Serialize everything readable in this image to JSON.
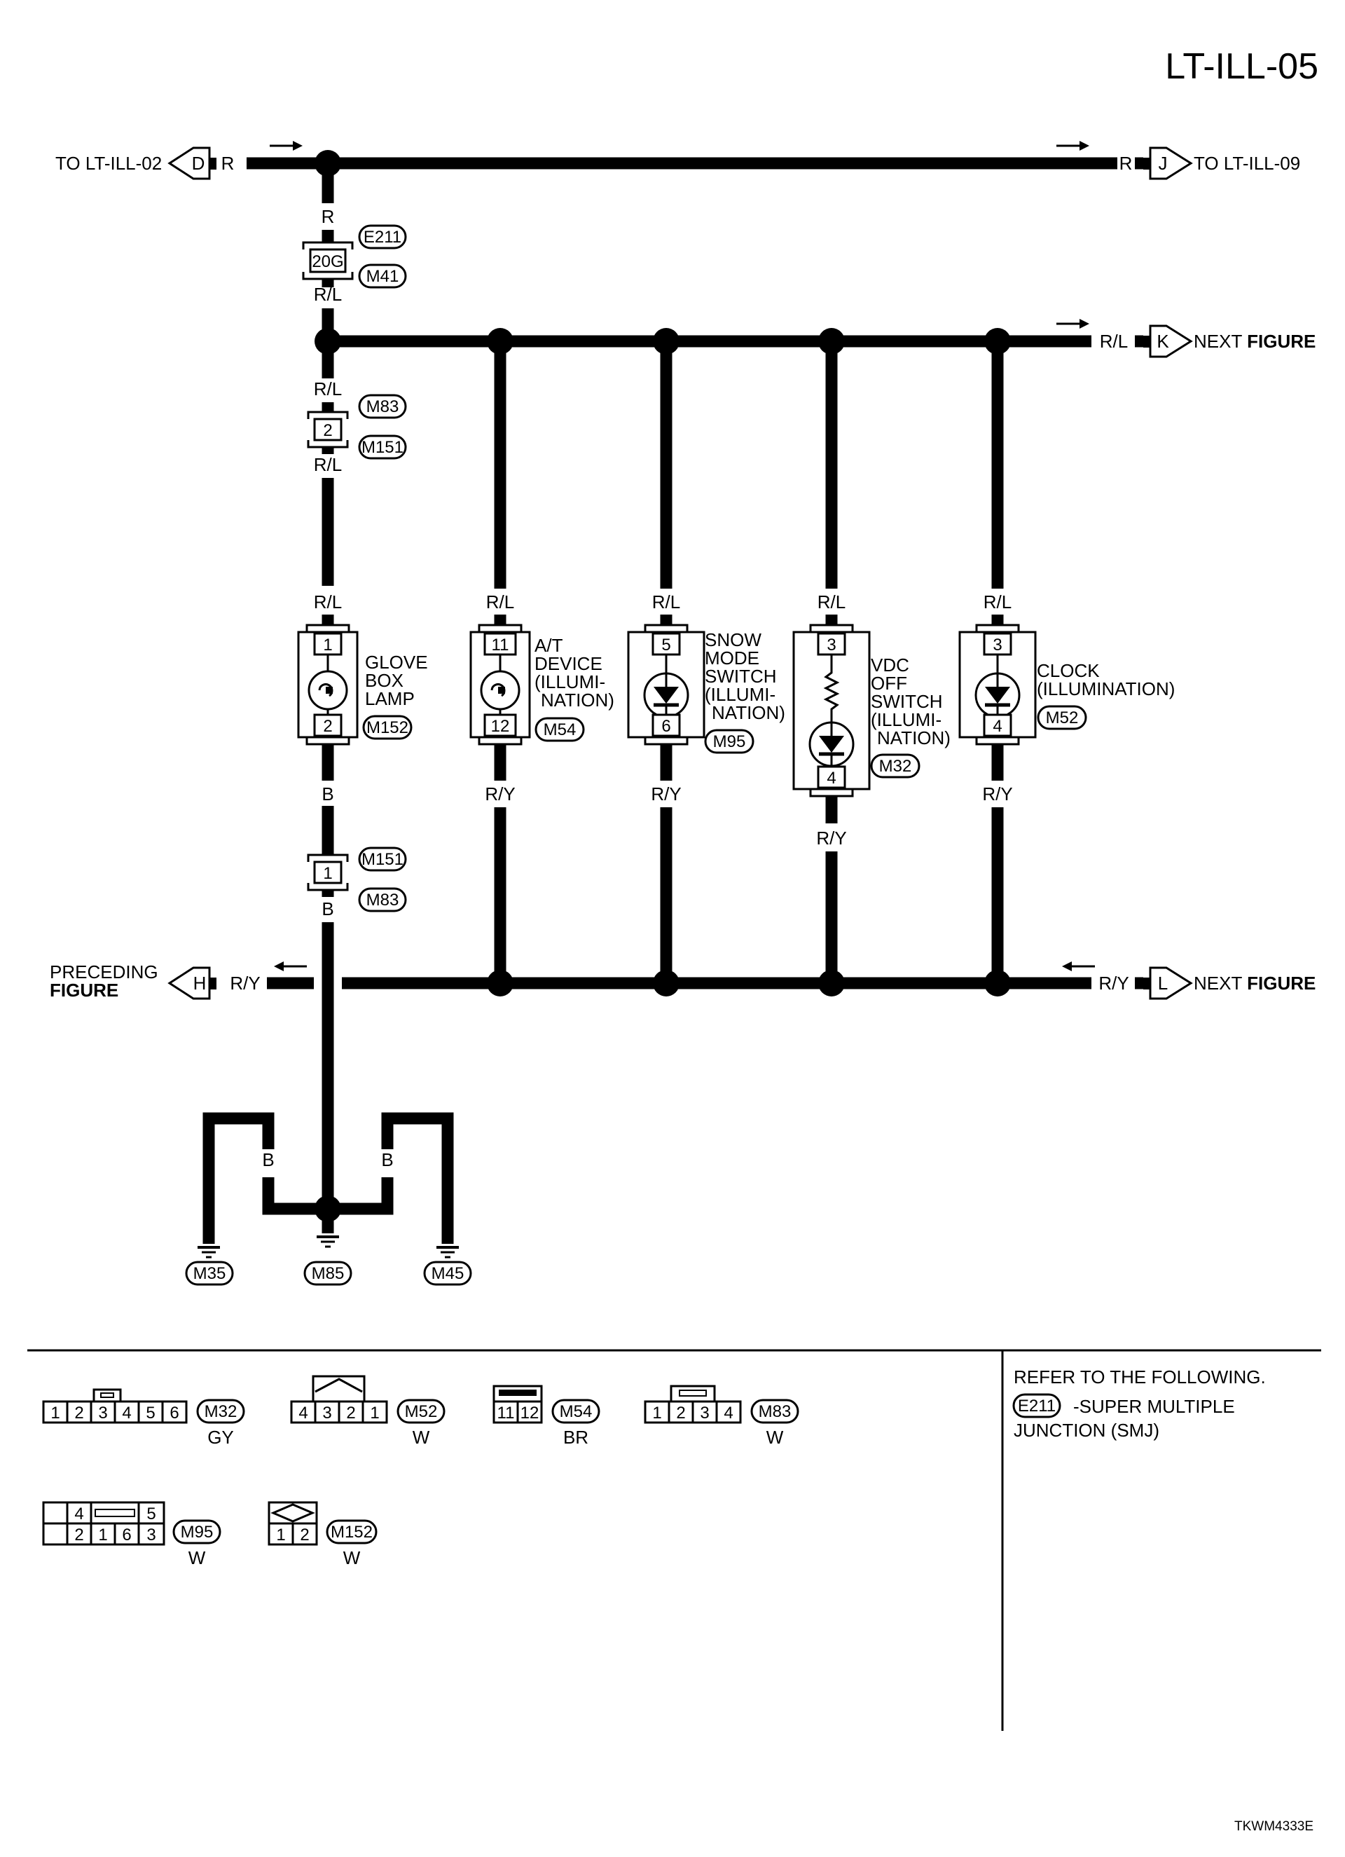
{
  "page_id": "LT-ILL-05",
  "footer_code": "TKWM4333E",
  "top_bus": {
    "left_dest": "TO LT-ILL-02",
    "left_tag": "D",
    "left_color": "R",
    "right_dest": "TO LT-ILL-09",
    "right_tag": "J",
    "right_color": "R"
  },
  "smj_joint": {
    "pin": "20G",
    "conn_upper": "E211",
    "conn_lower": "M41",
    "color_above": "R",
    "color_below": "R/L"
  },
  "rl_bus": {
    "color": "R/L",
    "tag": "K",
    "dest": "NEXT FIGURE",
    "dest_plain": "NEXT",
    "dest_bold": "FIGURE"
  },
  "joint_m83_upper": {
    "pin": "2",
    "conn_upper": "M83",
    "conn_lower": "M151",
    "color_above": "R/L",
    "color_below": "R/L"
  },
  "components": [
    {
      "id": "glove-box-lamp",
      "name_lines": [
        "GLOVE",
        "BOX",
        "LAMP"
      ],
      "conn": "M152",
      "pin_in": "1",
      "pin_out": "2",
      "color_in": "R/L",
      "color_out": "B",
      "symbol": "bulb"
    },
    {
      "id": "at-device",
      "name_lines": [
        "A/T",
        "DEVICE",
        "(ILLUMI-",
        "NATION)"
      ],
      "conn": "M54",
      "pin_in": "11",
      "pin_out": "12",
      "color_in": "R/L",
      "color_out": "R/Y",
      "symbol": "bulb"
    },
    {
      "id": "snow-mode-switch",
      "name_lines": [
        "SNOW",
        "MODE",
        "SWITCH",
        "(ILLUMI-",
        "NATION)"
      ],
      "conn": "M95",
      "pin_in": "5",
      "pin_out": "6",
      "color_in": "R/L",
      "color_out": "R/Y",
      "symbol": "led"
    },
    {
      "id": "vdc-off-switch",
      "name_lines": [
        "VDC",
        "OFF",
        "SWITCH",
        "(ILLUMI-",
        "NATION)"
      ],
      "conn": "M32",
      "pin_in": "3",
      "pin_out": "4",
      "color_in": "R/L",
      "color_out": "R/Y",
      "symbol": "resistor-led"
    },
    {
      "id": "clock",
      "name_lines": [
        "CLOCK",
        "(ILLUMINATION)"
      ],
      "conn": "M52",
      "pin_in": "3",
      "pin_out": "4",
      "color_in": "R/L",
      "color_out": "R/Y",
      "symbol": "led"
    }
  ],
  "joint_m83_lower": {
    "pin": "1",
    "conn_upper": "M151",
    "conn_lower": "M83",
    "color_below": "B"
  },
  "ry_bus": {
    "color": "R/Y",
    "left_tag": "H",
    "left_dest_plain": "PRECEDING",
    "left_dest_bold": "FIGURE",
    "right_tag": "L",
    "right_dest_plain": "NEXT",
    "right_dest_bold": "FIGURE"
  },
  "grounds": {
    "wire_color": "B",
    "points": [
      "M35",
      "M85",
      "M45"
    ]
  },
  "connector_legend": [
    {
      "code": "M32",
      "color": "GY",
      "pins_row1": [
        "1",
        "2",
        "3",
        "4",
        "5",
        "6"
      ]
    },
    {
      "code": "M52",
      "color": "W",
      "pins_row1": [
        "4",
        "3",
        "2",
        "1"
      ]
    },
    {
      "code": "M54",
      "color": "BR",
      "pins_row1": [
        "11",
        "12"
      ]
    },
    {
      "code": "M83",
      "color": "W",
      "pins_row1": [
        "1",
        "2",
        "3",
        "4"
      ]
    },
    {
      "code": "M95",
      "color": "W",
      "pins_row1": [
        "4",
        "5"
      ],
      "pins_row2": [
        "2",
        "1",
        "6",
        "3"
      ]
    },
    {
      "code": "M152",
      "color": "W",
      "pins_row1": [
        "1",
        "2"
      ]
    }
  ],
  "refer_note": {
    "heading": "REFER TO THE FOLLOWING.",
    "code": "E211",
    "line1": "-SUPER MULTIPLE",
    "line2": "JUNCTION (SMJ)"
  }
}
